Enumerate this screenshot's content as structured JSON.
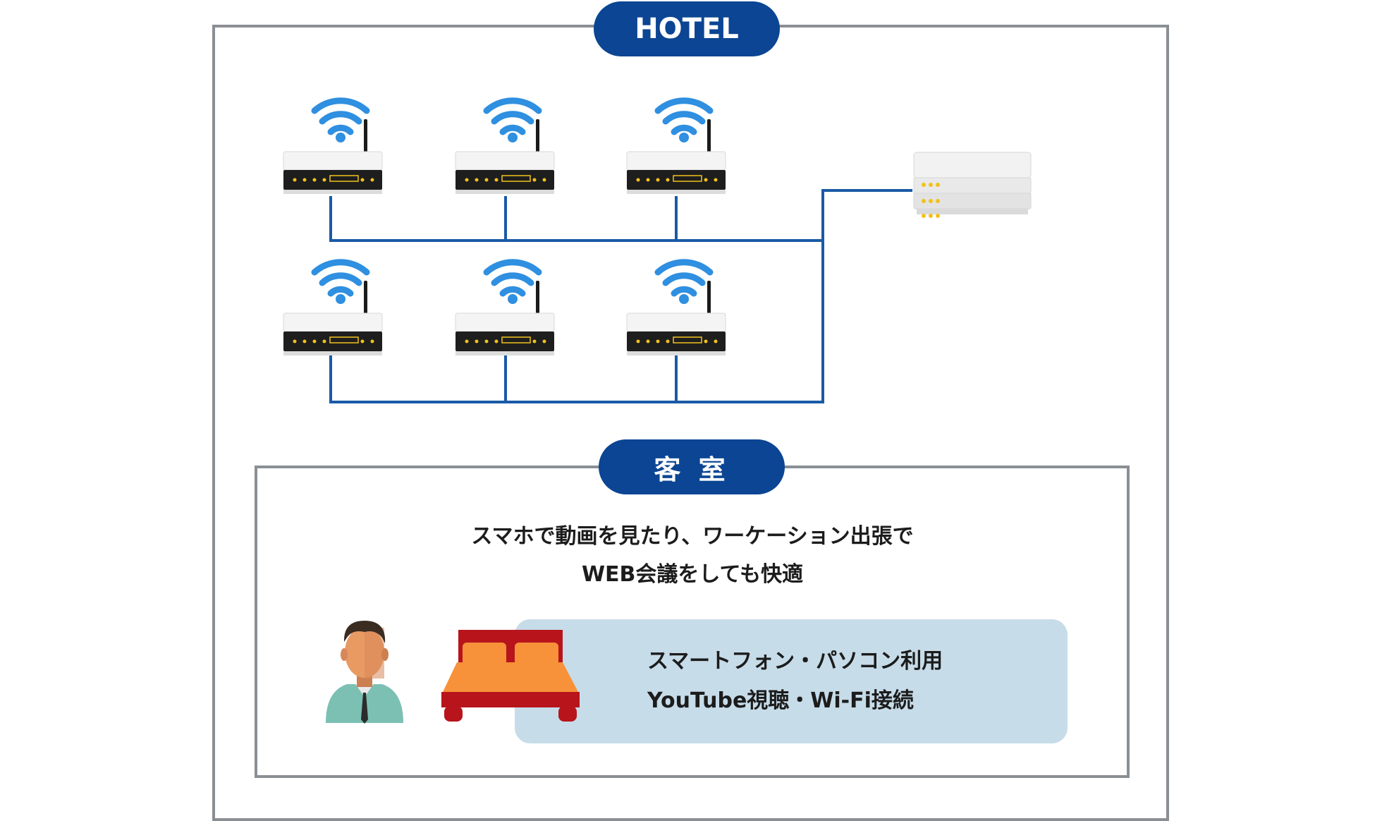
{
  "hotel": {
    "label": "HOTEL"
  },
  "room": {
    "label": "客 室",
    "caption_line1": "スマホで動画を見たり、ワーケーション出張で",
    "caption_line2": "WEB会議をしても快適",
    "features_line1": "スマートフォン・パソコン利用",
    "features_line2": "YouTube視聴・Wi-Fi接続"
  },
  "icons": {
    "routers": [
      "wifi-router-icon",
      "wifi-router-icon",
      "wifi-router-icon",
      "wifi-router-icon",
      "wifi-router-icon",
      "wifi-router-icon"
    ],
    "server": "server-icon",
    "person": "person-icon",
    "bed": "bed-icon"
  },
  "colors": {
    "pill": "#0b4593",
    "line": "#1a5aa6",
    "wifi": "#2f8fe0",
    "frame": "#8a8f94",
    "info_box": "#c7dce9",
    "bed": "#f7923a",
    "bed_frame": "#b8141b"
  }
}
